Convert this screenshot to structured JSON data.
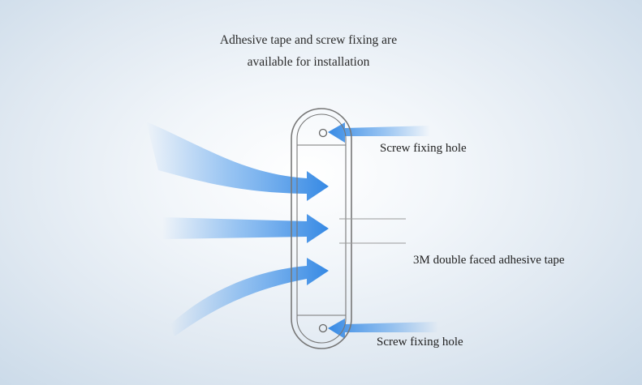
{
  "heading": {
    "line1": "Adhesive tape and screw fixing are",
    "line2": "available for installation"
  },
  "labels": {
    "screw_top": "Screw fixing hole",
    "tape": "3M double faced adhesive tape",
    "screw_bottom": "Screw fixing hole"
  },
  "colors": {
    "arrow": "#3f8fe6",
    "device_outline": "#777777",
    "leader_line": "#9a9a9a"
  }
}
